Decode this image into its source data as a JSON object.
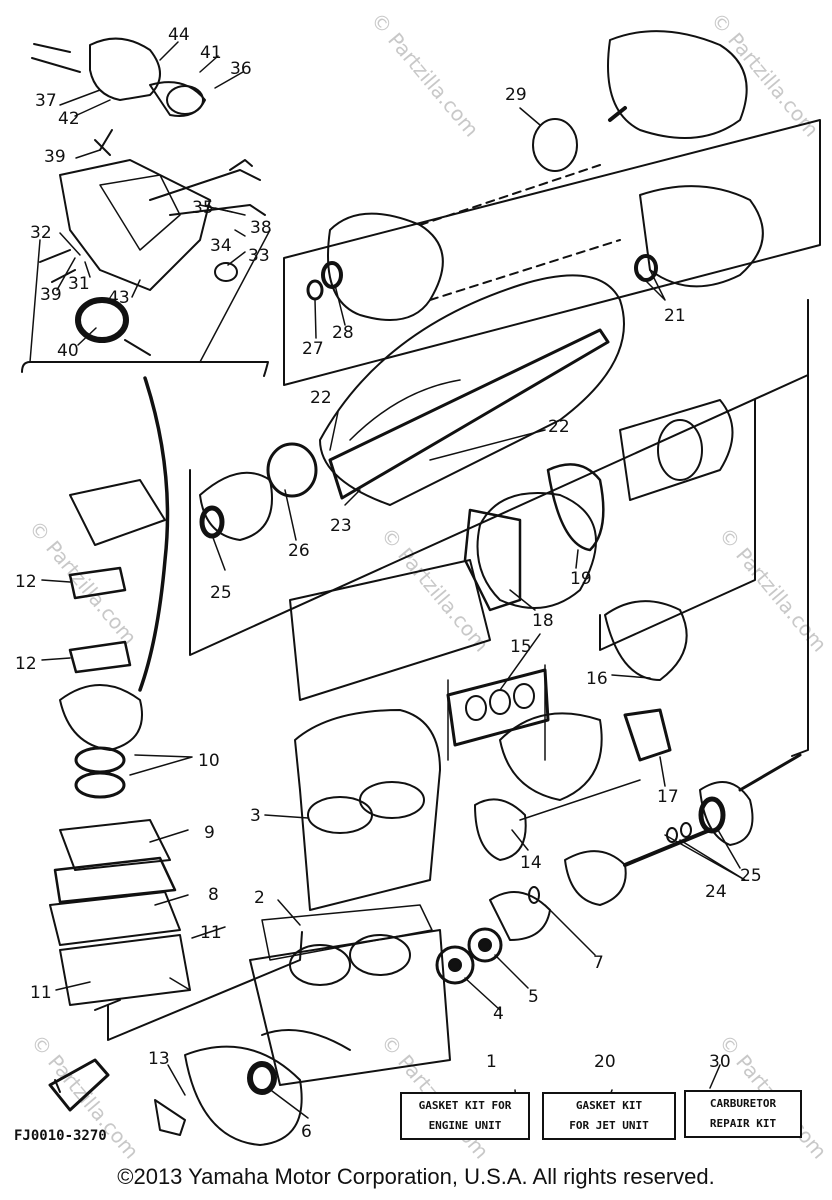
{
  "callouts": [
    "1",
    "2",
    "3",
    "4",
    "5",
    "6",
    "7",
    "8",
    "9",
    "10",
    "11",
    "11",
    "12",
    "12",
    "13",
    "14",
    "15",
    "16",
    "17",
    "18",
    "19",
    "20",
    "21",
    "22",
    "22",
    "23",
    "24",
    "25",
    "25",
    "26",
    "27",
    "28",
    "29",
    "30",
    "31",
    "32",
    "33",
    "34",
    "35",
    "36",
    "37",
    "38",
    "39",
    "39",
    "40",
    "41",
    "42",
    "43",
    "44"
  ],
  "watermark": "© Partzilla.com",
  "kits": {
    "engine": {
      "number": "1",
      "line1": "GASKET KIT FOR",
      "line2": "ENGINE UNIT"
    },
    "jet": {
      "number": "20",
      "line1": "GASKET KIT",
      "line2": "FOR JET UNIT"
    },
    "carb": {
      "number": "30",
      "line1": "CARBURETOR",
      "line2": "REPAIR KIT"
    }
  },
  "diagram_code": "FJ0010-3270",
  "copyright": "©2013  Yamaha Motor Corporation, U.S.A. All rights reserved.",
  "colors": {
    "ink": "#111111",
    "watermark": "#c8c8c8",
    "background": "#ffffff"
  }
}
